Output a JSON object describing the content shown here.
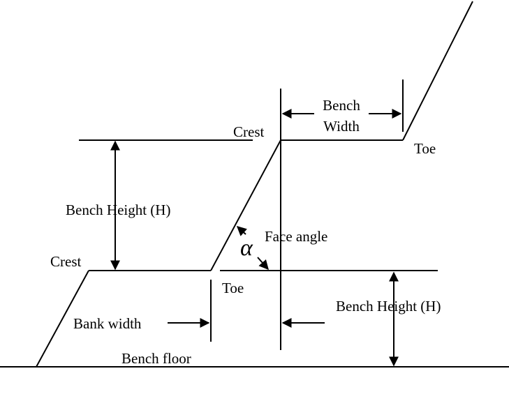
{
  "labels": {
    "bench_width_line1": "Bench",
    "bench_width_line2": "Width",
    "crest_upper": "Crest",
    "toe_upper": "Toe",
    "bench_height_left": "Bench Height (H)",
    "face_angle": "Face angle",
    "alpha_symbol": "α",
    "crest_lower": "Crest",
    "toe_lower": "Toe",
    "bench_height_right": "Bench Height (H)",
    "bank_width": "Bank width",
    "bench_floor": "Bench floor"
  },
  "colors": {
    "line": "#000000",
    "background": "#ffffff"
  }
}
